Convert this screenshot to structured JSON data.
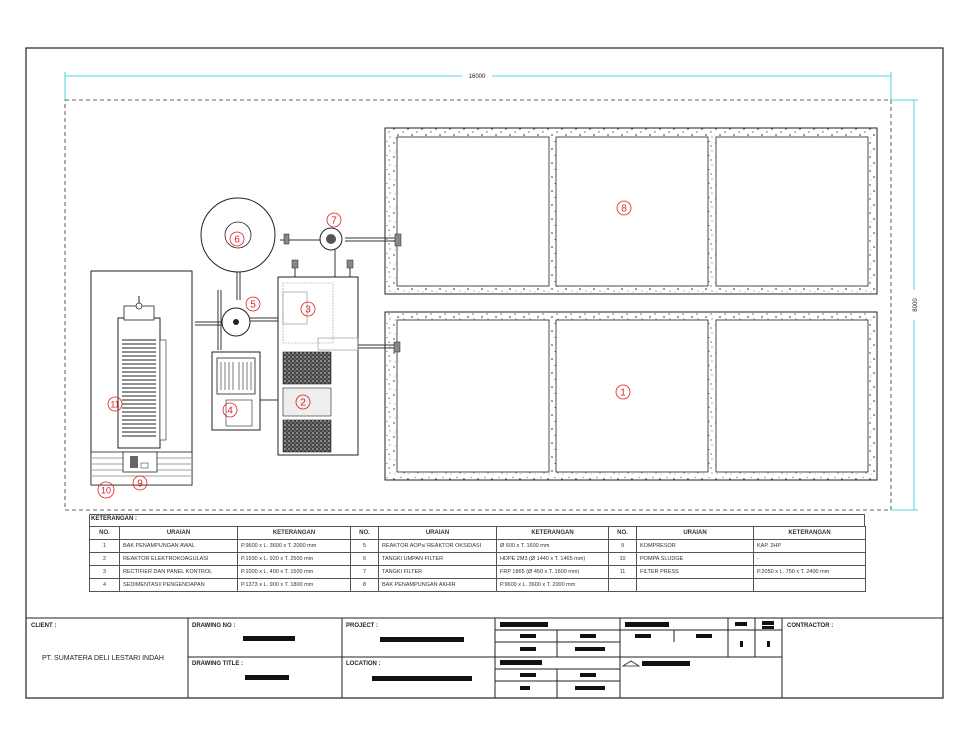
{
  "drawing": {
    "dim_width": "16000",
    "dim_height": "8000",
    "markers": [
      "1",
      "2",
      "3",
      "4",
      "5",
      "6",
      "7",
      "8",
      "9",
      "10",
      "11"
    ]
  },
  "legend": {
    "title": "KETERANGAN :",
    "headers": [
      "NO.",
      "URAIAN",
      "KETERANGAN",
      "NO.",
      "URAIAN",
      "KETERANGAN",
      "NO.",
      "URAIAN",
      "KETERANGAN"
    ],
    "rows": [
      [
        "1",
        "BAK PENAMPUNGAN AWAL",
        "P.9600 x L. 3600 x T. 2000 mm",
        "5",
        "REAKTOR AOPs/ REAKTOR OKSIDASI",
        "Ø 600 x T. 1600 mm",
        "9",
        "KOMPRESOR",
        "KAP. 2HP"
      ],
      [
        "2",
        "REAKTOR ELEKTROKOAGULASI",
        "P.1930 x L. 920 x T. 2500 mm",
        "6",
        "TANGKI UMPAN FILTER",
        "HDPE 2M3 (Ø 1440 x T. 1465 mm)",
        "10",
        "POMPA SLUDGE",
        "-"
      ],
      [
        "3",
        "RECTIFIER DAN PANEL KONTROL",
        "P.1000 x L. 400 x T. 1500 mm",
        "7",
        "TANGKI FILTER",
        "FRP 1865 (Ø 450 x T. 1600 mm)",
        "11",
        "FILTER PRESS",
        "P.2050 x L. 750 x T. 2400 mm"
      ],
      [
        "4",
        "SEDIMENTASI/ PENGENDAPAN",
        "P.1373 x L. 900 x T. 1800 mm",
        "8",
        "BAK PENAMPUNGAN AKHIR",
        "P.9600 x L. 3600 x T. 2000 mm",
        "",
        "",
        ""
      ]
    ]
  },
  "title_block": {
    "client_label": "CLIENT :",
    "client_name": "PT. SUMATERA DELI LESTARI INDAH",
    "drawing_no_label": "DRAWING NO :",
    "drawing_title_label": "DRAWING TITLE :",
    "project_label": "PROJECT :",
    "location_label": "LOCATION :",
    "contractor_label": "CONTRACTOR :"
  }
}
